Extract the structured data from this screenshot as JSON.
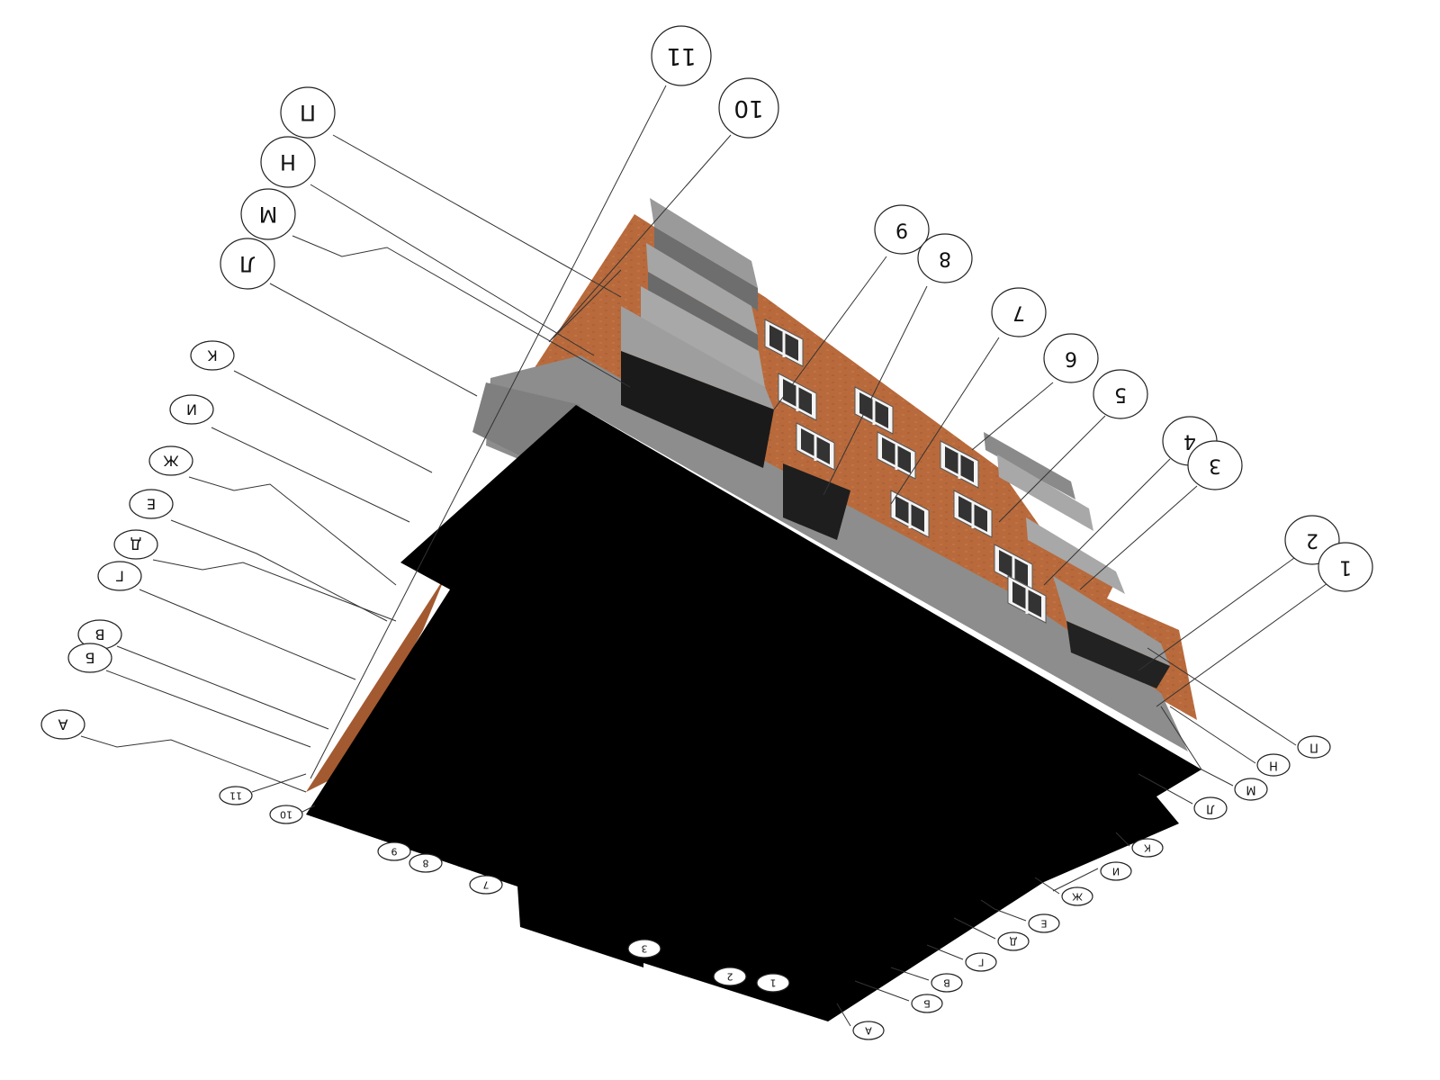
{
  "drawing": {
    "view": "worm's-eye axonometric of a multi-storey residential building with grid axis markers",
    "colors": {
      "facade_brick": "#b86a3c",
      "facade_brick_dark": "#9b5430",
      "plinth_concrete": "#8e8e8e",
      "balcony_panel": "#9a9a9a",
      "underside": "#000000",
      "leader_line": "#333333",
      "window_frame": "#f4f4f4"
    }
  },
  "axis_markers": {
    "top_numeric": [
      "11",
      "10",
      "9",
      "8",
      "7",
      "6",
      "5",
      "4",
      "3",
      "2",
      "1"
    ],
    "top_letters": [
      "П",
      "Н",
      "М",
      "Л",
      "К",
      "И",
      "Ж",
      "Е",
      "Д",
      "Г",
      "В",
      "Б",
      "А"
    ],
    "right_letters": [
      "П",
      "Н",
      "М",
      "Л"
    ],
    "bottom_numeric": [
      "11",
      "10",
      "9",
      "8",
      "7",
      "3",
      "2",
      "1"
    ],
    "bottom_letters": [
      "К",
      "И",
      "Ж",
      "Е",
      "Д",
      "Г",
      "В",
      "Б",
      "А"
    ]
  }
}
